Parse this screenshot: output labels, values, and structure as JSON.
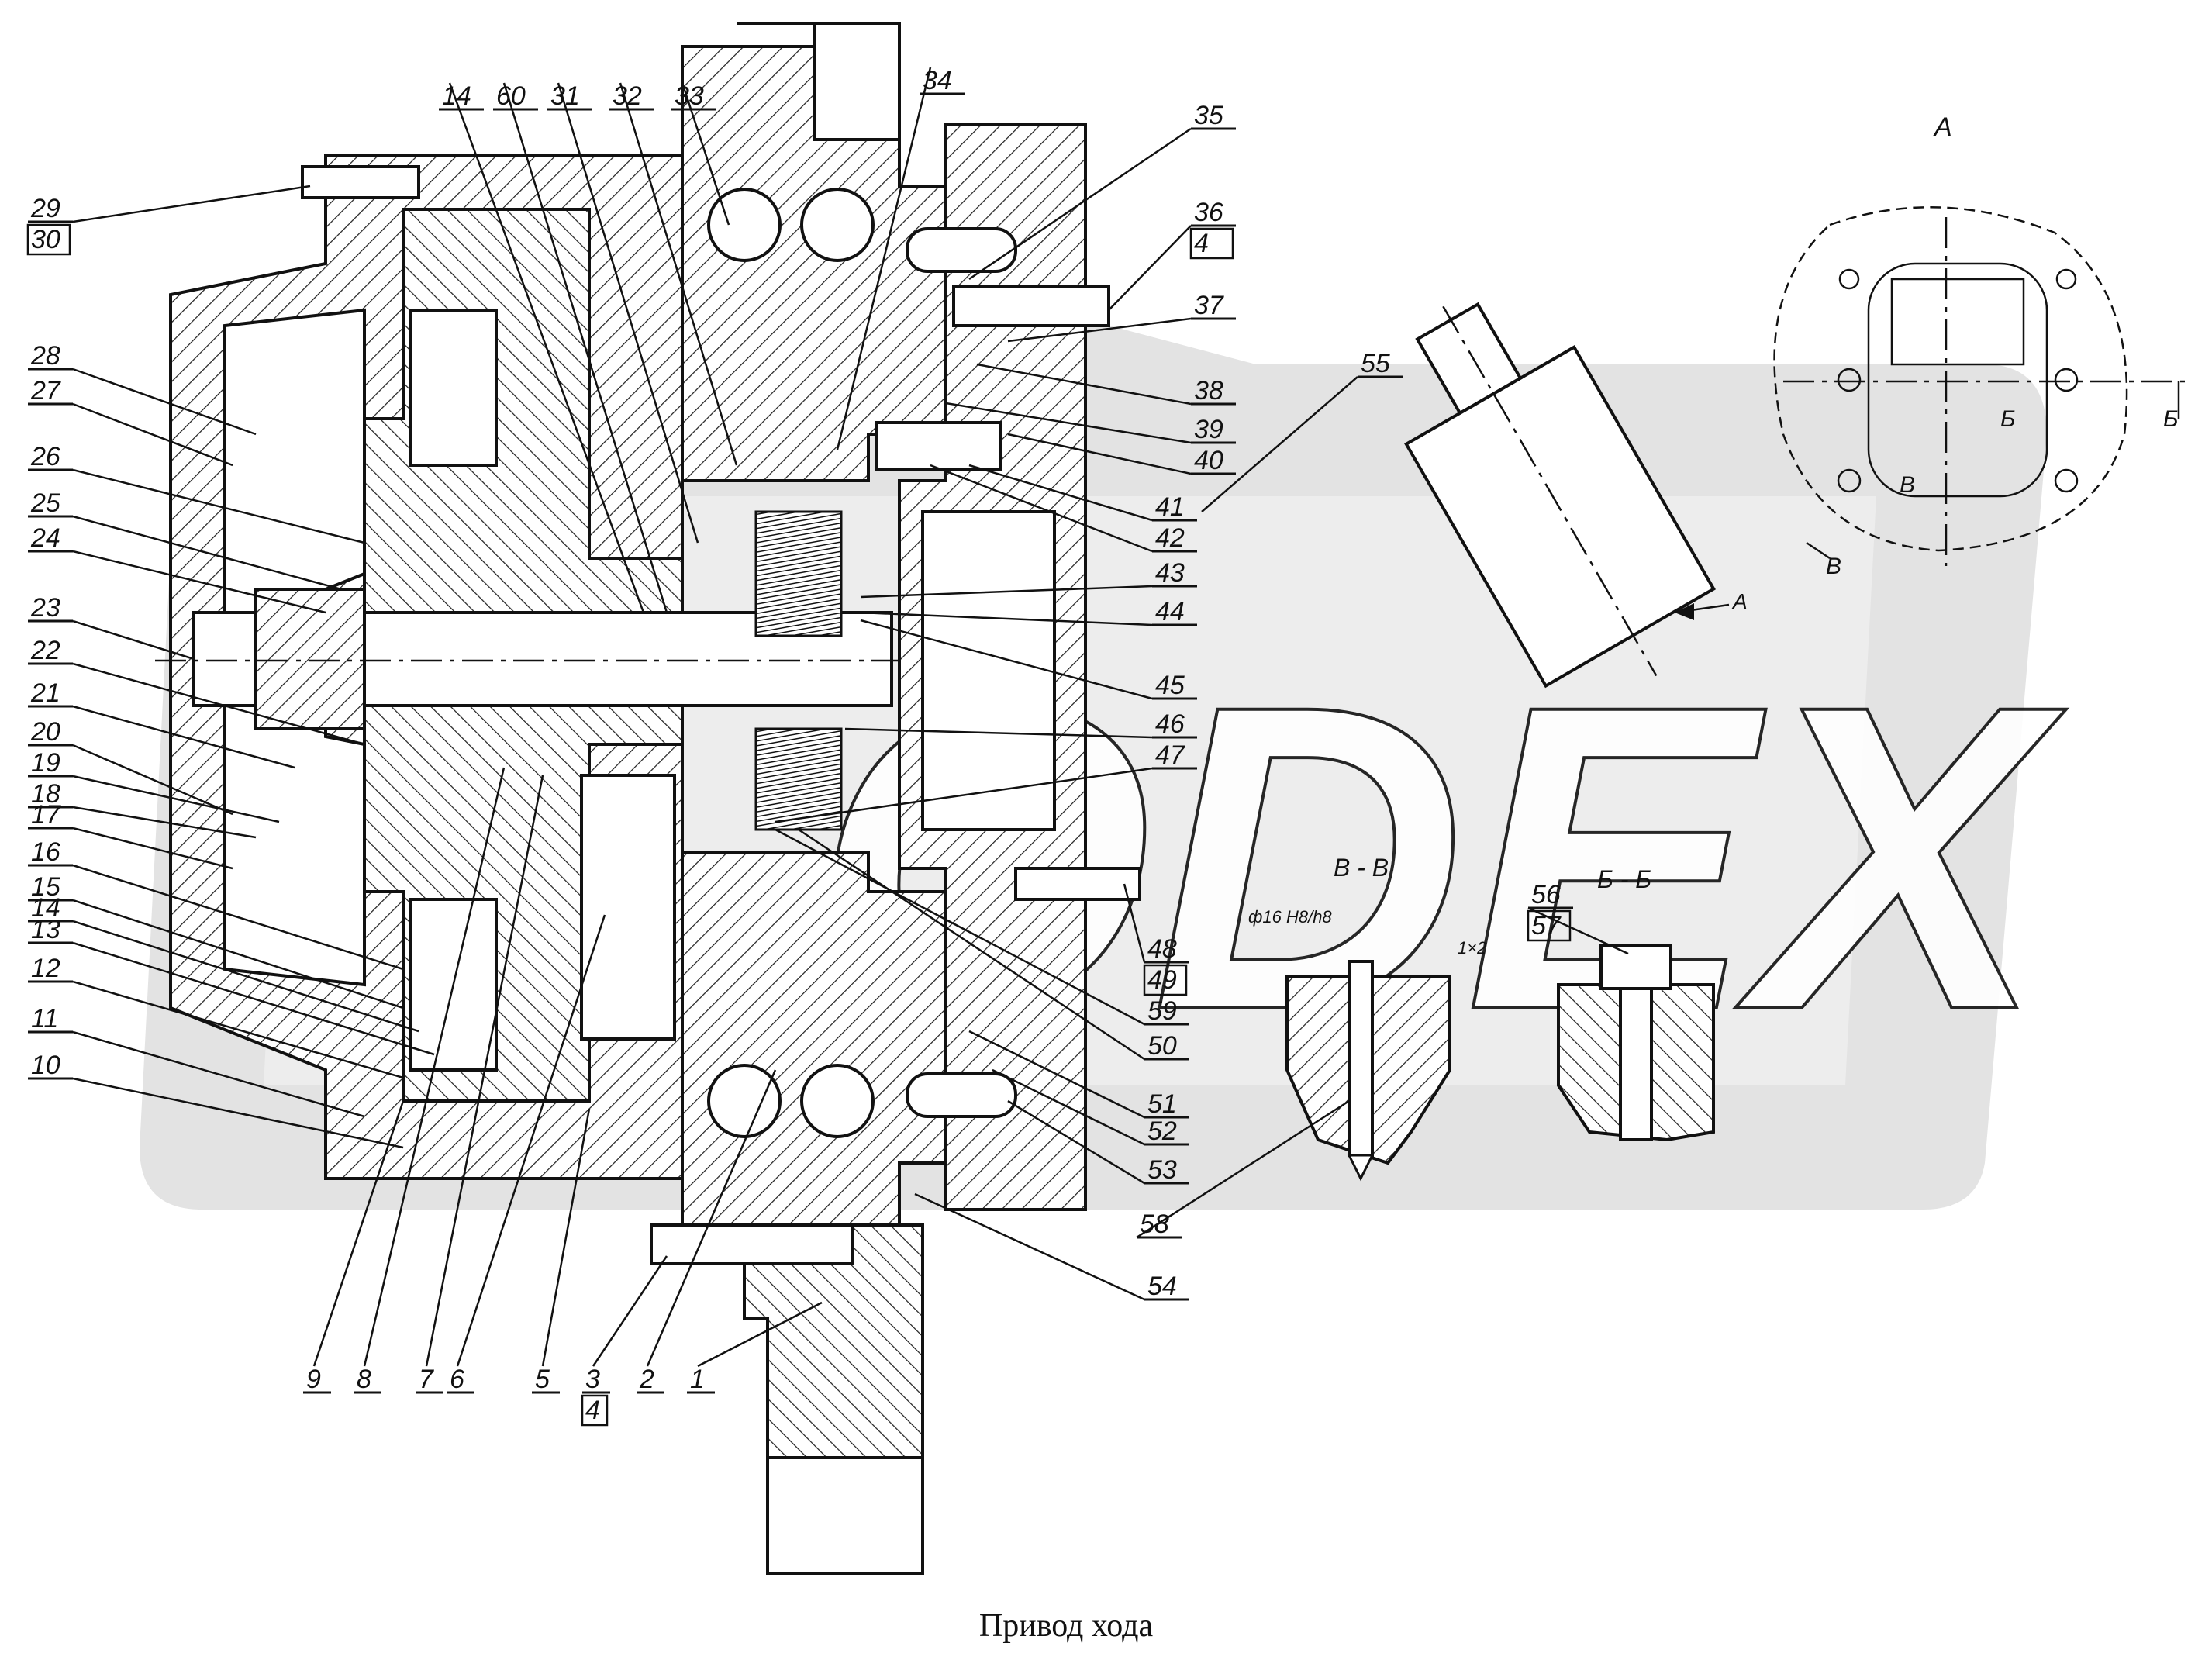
{
  "caption": "Привод хода",
  "view_labels": {
    "view_a": "А",
    "arrow_a": "А",
    "section_vv": "В - В",
    "section_bb": "Б - Б",
    "b_mark_1": "Б",
    "b_mark_2": "Б",
    "v_mark_1": "В",
    "v_mark_2": "В",
    "fit": "ф16 Н8/h8",
    "chamfer": "1×2"
  },
  "watermark_text": "ODEX",
  "colors": {
    "ink": "#111111",
    "watermark": "#d9d9d9",
    "paper": "#ffffff"
  },
  "callouts_left": [
    {
      "id": "c29",
      "text": "29",
      "sub": "30"
    },
    {
      "id": "c28",
      "text": "28"
    },
    {
      "id": "c27",
      "text": "27"
    },
    {
      "id": "c26",
      "text": "26"
    },
    {
      "id": "c25",
      "text": "25"
    },
    {
      "id": "c24",
      "text": "24"
    },
    {
      "id": "c23",
      "text": "23"
    },
    {
      "id": "c22",
      "text": "22"
    },
    {
      "id": "c21",
      "text": "21"
    },
    {
      "id": "c20",
      "text": "20"
    },
    {
      "id": "c19",
      "text": "19"
    },
    {
      "id": "c18",
      "text": "18"
    },
    {
      "id": "c17",
      "text": "17"
    },
    {
      "id": "c16",
      "text": "16"
    },
    {
      "id": "c15",
      "text": "15"
    },
    {
      "id": "c14b",
      "text": "14"
    },
    {
      "id": "c13",
      "text": "13"
    },
    {
      "id": "c12",
      "text": "12"
    },
    {
      "id": "c11",
      "text": "11"
    },
    {
      "id": "c10",
      "text": "10"
    }
  ],
  "callouts_top": [
    {
      "id": "c14",
      "text": "14"
    },
    {
      "id": "c60",
      "text": "60"
    },
    {
      "id": "c31",
      "text": "31"
    },
    {
      "id": "c32",
      "text": "32"
    },
    {
      "id": "c33",
      "text": "33"
    },
    {
      "id": "c34",
      "text": "34"
    }
  ],
  "callouts_right": [
    {
      "id": "c35",
      "text": "35"
    },
    {
      "id": "c36",
      "text": "36",
      "sub": "4"
    },
    {
      "id": "c37",
      "text": "37"
    },
    {
      "id": "c38",
      "text": "38"
    },
    {
      "id": "c39",
      "text": "39"
    },
    {
      "id": "c40",
      "text": "40"
    },
    {
      "id": "c41",
      "text": "41"
    },
    {
      "id": "c42",
      "text": "42"
    },
    {
      "id": "c43",
      "text": "43"
    },
    {
      "id": "c44",
      "text": "44"
    },
    {
      "id": "c45",
      "text": "45"
    },
    {
      "id": "c46",
      "text": "46"
    },
    {
      "id": "c47",
      "text": "47"
    },
    {
      "id": "c48",
      "text": "48",
      "sub": "49"
    },
    {
      "id": "c59",
      "text": "59"
    },
    {
      "id": "c50",
      "text": "50"
    },
    {
      "id": "c51",
      "text": "51"
    },
    {
      "id": "c52",
      "text": "52"
    },
    {
      "id": "c53",
      "text": "53"
    },
    {
      "id": "c54",
      "text": "54"
    },
    {
      "id": "c55",
      "text": "55"
    },
    {
      "id": "c58",
      "text": "58"
    },
    {
      "id": "c56",
      "text": "56",
      "sub": "57"
    }
  ],
  "callouts_bottom": [
    {
      "id": "c9",
      "text": "9"
    },
    {
      "id": "c8",
      "text": "8"
    },
    {
      "id": "c7",
      "text": "7"
    },
    {
      "id": "c6",
      "text": "6"
    },
    {
      "id": "c5",
      "text": "5"
    },
    {
      "id": "c3",
      "text": "3",
      "sub": "4"
    },
    {
      "id": "c2",
      "text": "2"
    },
    {
      "id": "c1",
      "text": "1"
    }
  ]
}
